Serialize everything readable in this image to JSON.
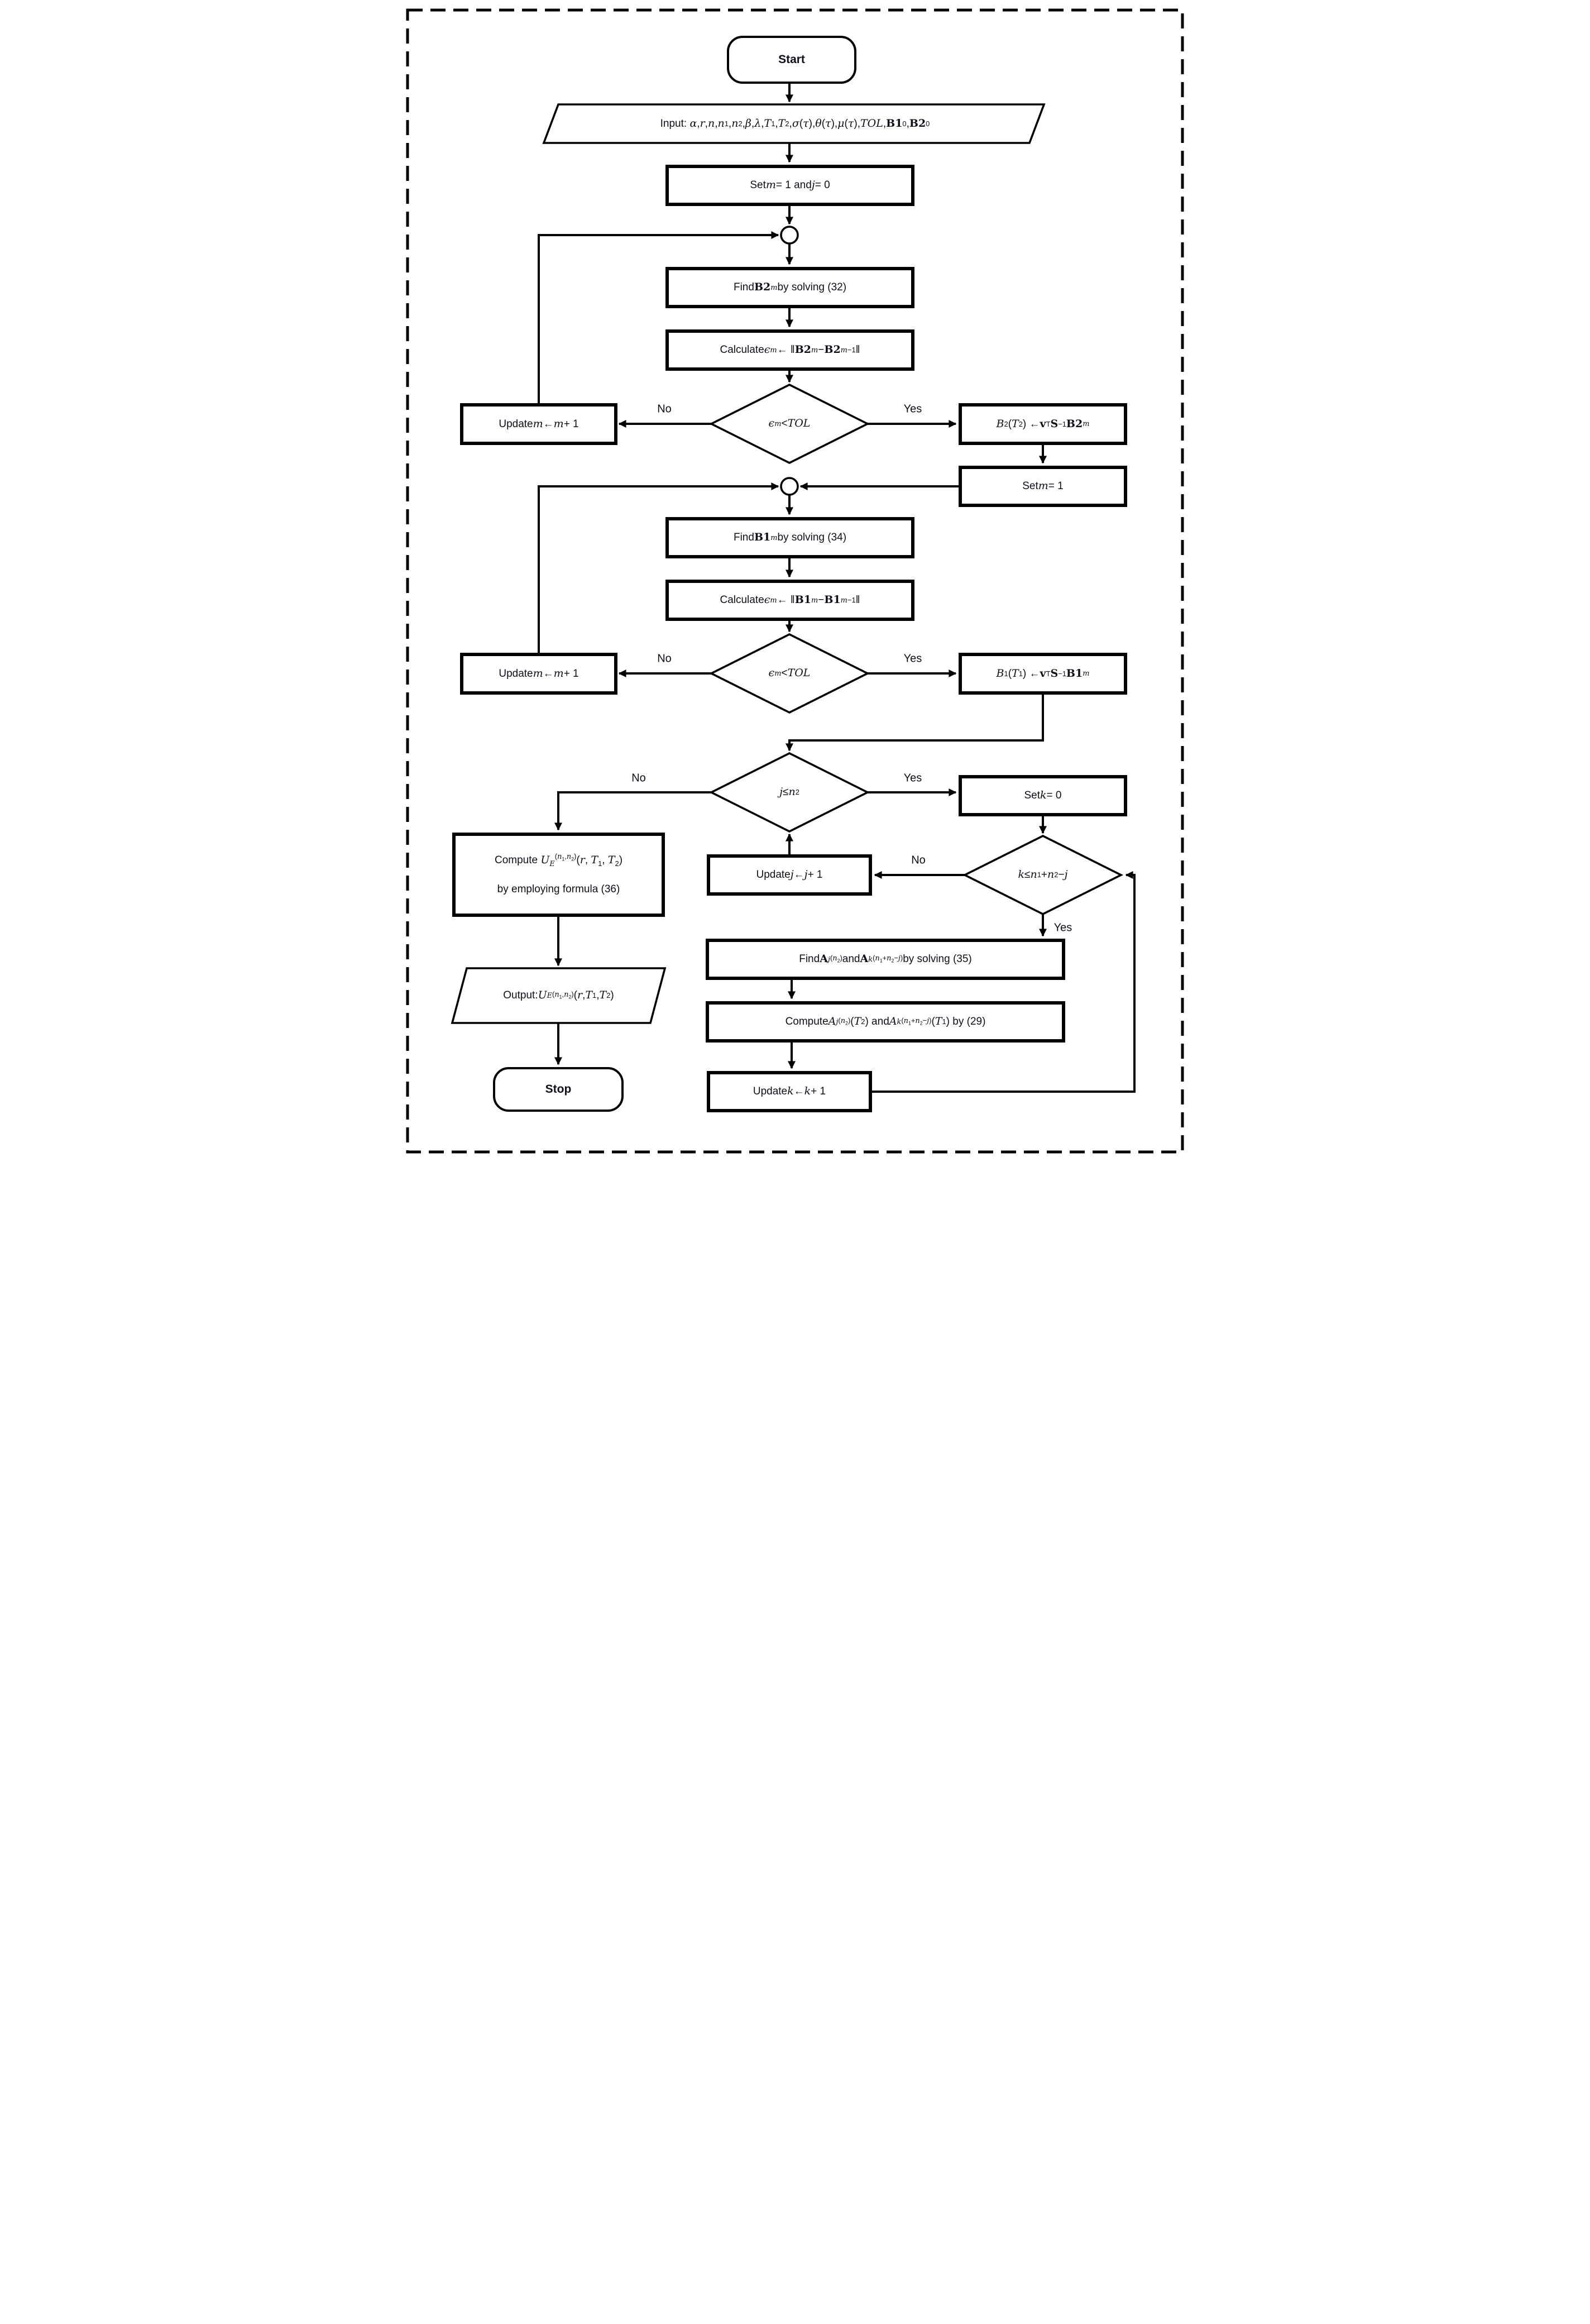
{
  "diagram": {
    "type": "flowchart",
    "colors": {
      "stroke": "#000000",
      "background": "#ffffff",
      "text": "#0e0e1c"
    },
    "edge_labels": {
      "no": "No",
      "yes": "Yes"
    },
    "nodes": {
      "start": {
        "shape": "terminator",
        "label": "Start"
      },
      "input": {
        "shape": "parallelogram",
        "html": "Input:&nbsp; <i>&alpha;</i>, <i>r</i>, <i>n</i>, <i>n</i><sub>1</sub>, <i>n</i><sub>2</sub>, <i>&beta;</i>, <i>&lambda;</i>, <i>T</i><sub>1</sub>, <i>T</i><sub>2</sub>, <i>&sigma;</i>(<i>&tau;</i>), <i>&theta;</i>(<i>&tau;</i>), <i>&mu;</i>(<i>&tau;</i>), <i>TOL</i>, <b>B1</b><sub>0</sub>, <b>B2</b><sub>0</sub>"
      },
      "set_m_j": {
        "shape": "process",
        "html": "Set <i>m</i> = 1 and <i>j</i> = 0"
      },
      "find_b2": {
        "shape": "process",
        "html": "Find <b>B2</b><sub><i>m</i></sub> by solving (32)"
      },
      "calc_b2": {
        "shape": "process",
        "html": "Calculate <i>&#1013;</i><sub><i>m</i></sub> &#8592; &#8214;<b>B2</b><sub><i>m</i></sub> &#8722; <b>B2</b><sub><i>m</i>&#8722;1</sub>&#8214;"
      },
      "dec1": {
        "shape": "decision",
        "html": "<i>&#1013;</i><sub><i>m</i></sub> &lt; <i>TOL</i>"
      },
      "update_m1": {
        "shape": "process",
        "html": "Update <i>m</i> &#8592; <i>m</i> + 1"
      },
      "b2t2": {
        "shape": "process",
        "html": "<i>B</i><sub>2</sub>(<i>T</i><sub>2</sub>) &#8592; <b>v</b><sup>T</sup><b>S</b><sup>&#8722;1</sup><b>B2</b><sub><i>m</i></sub>"
      },
      "set_m": {
        "shape": "process",
        "html": "Set <i>m</i> = 1"
      },
      "find_b1": {
        "shape": "process",
        "html": "Find <b>B1</b><sub><i>m</i></sub> by solving (34)"
      },
      "calc_b1": {
        "shape": "process",
        "html": "Calculate <i>&#1013;</i><sub><i>m</i></sub> &#8592; &#8214;<b>B1</b><sub><i>m</i></sub> &#8722; <b>B1</b><sub><i>m</i>&#8722;1</sub>&#8214;"
      },
      "dec2": {
        "shape": "decision",
        "html": "<i>&#1013;</i><sub><i>m</i></sub> &lt; <i>TOL</i>"
      },
      "update_m2": {
        "shape": "process",
        "html": "Update <i>m</i> &#8592; <i>m</i> + 1"
      },
      "b1t1": {
        "shape": "process",
        "html": "<i>B</i><sub>1</sub>(<i>T</i><sub>1</sub>) &#8592; <b>v</b><sup>T</sup><b>S</b><sup>&#8722;1</sup><b>B1</b><sub><i>m</i></sub>"
      },
      "dec3": {
        "shape": "decision",
        "html": "<i>j</i> &#8804; <i>n</i><sub>2</sub>"
      },
      "set_k": {
        "shape": "process",
        "html": "Set <i>k</i> = 0"
      },
      "compute_u": {
        "shape": "process",
        "line1": "Compute <i>U</i><sub><i>E</i></sub><sup>(<i>n</i><sub>1</sub>,<i>n</i><sub>2</sub>)</sup>(<i>r</i>, <i>T</i><sub>1</sub>, <i>T</i><sub>2</sub>)",
        "line2": "by employing formula (36)"
      },
      "update_j": {
        "shape": "process",
        "html": "Update <i>j</i> &#8592; <i>j</i> + 1"
      },
      "dec4": {
        "shape": "decision",
        "html": "<i>k</i> &#8804; <i>n</i><sub>1</sub> + <i>n</i><sub>2</sub> &#8722; <i>j</i>"
      },
      "find_a": {
        "shape": "process",
        "html": "Find <b>A</b><sub><i>j</i></sub><sup>(<i>n</i><sub>2</sub>)</sup> and <b>A</b><sub><i>k</i></sub><sup>(<i>n</i><sub>1</sub>+<i>n</i><sub>2</sub>&#8722;<i>j</i>)</sup> by solving (35)"
      },
      "compute_a": {
        "shape": "process",
        "html": "Compute <i>A</i><sub><i>j</i></sub><sup>(<i>n</i><sub>2</sub>)</sup>(<i>T</i><sub>2</sub>) and <i>A</i><sub><i>k</i></sub><sup>(<i>n</i><sub>1</sub>+<i>n</i><sub>2</sub>&#8722;<i>j</i>)</sup>(<i>T</i><sub>1</sub>) by (29)"
      },
      "update_k": {
        "shape": "process",
        "html": "Update <i>k</i> &#8592; <i>k</i> + 1"
      },
      "output": {
        "shape": "parallelogram",
        "html": "Output: <i>U</i><sub><i>E</i></sub><sup>(<i>n</i><sub>1</sub>,<i>n</i><sub>2</sub>)</sup>(<i>r</i>, <i>T</i><sub>1</sub>, <i>T</i><sub>2</sub>)"
      },
      "stop": {
        "shape": "terminator",
        "label": "Stop"
      }
    }
  }
}
